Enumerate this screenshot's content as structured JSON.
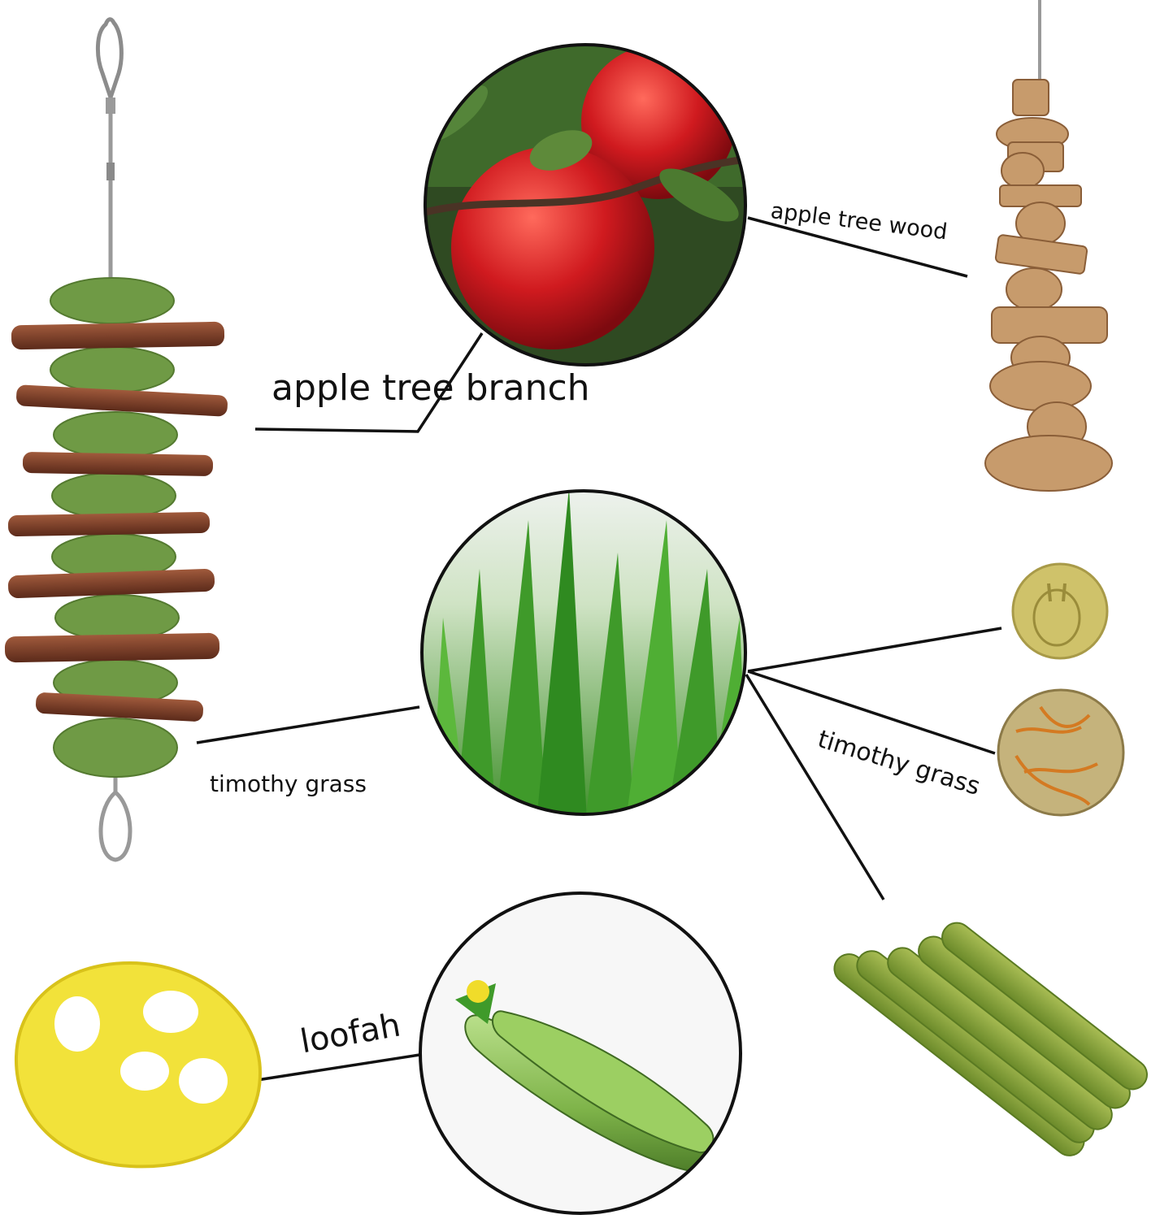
{
  "labels": {
    "apple_tree_branch": "apple tree branch",
    "apple_tree_wood": "apple tree wood",
    "timothy_grass_left": "timothy grass",
    "timothy_grass_right": "timothy grass",
    "loofah": "loofah"
  },
  "colors": {
    "background": "#ffffff",
    "leader_line": "#111111",
    "hay_green": "#6f9a45",
    "apple_red": "#c8141c",
    "wood_tan": "#c79b6c",
    "loofah_yellow": "#f2e23a",
    "cucumber_green": "#8fc35a"
  }
}
